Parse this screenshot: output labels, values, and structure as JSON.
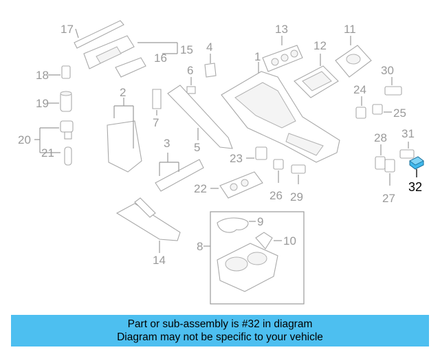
{
  "callouts": [
    "17",
    "15",
    "16",
    "4",
    "13",
    "12",
    "11",
    "1",
    "18",
    "6",
    "30",
    "19",
    "2",
    "24",
    "7",
    "25",
    "20",
    "21",
    "28",
    "31",
    "5",
    "3",
    "23",
    "32",
    "22",
    "26",
    "29",
    "27",
    "9",
    "8",
    "10",
    "14"
  ],
  "highlight": {
    "number": "32",
    "color": "#3fb8ec"
  },
  "banner": {
    "line1": "Part or sub-assembly is #32 in diagram",
    "line2": "Diagram may not be specific to your vehicle",
    "color": "#4dbff0"
  }
}
